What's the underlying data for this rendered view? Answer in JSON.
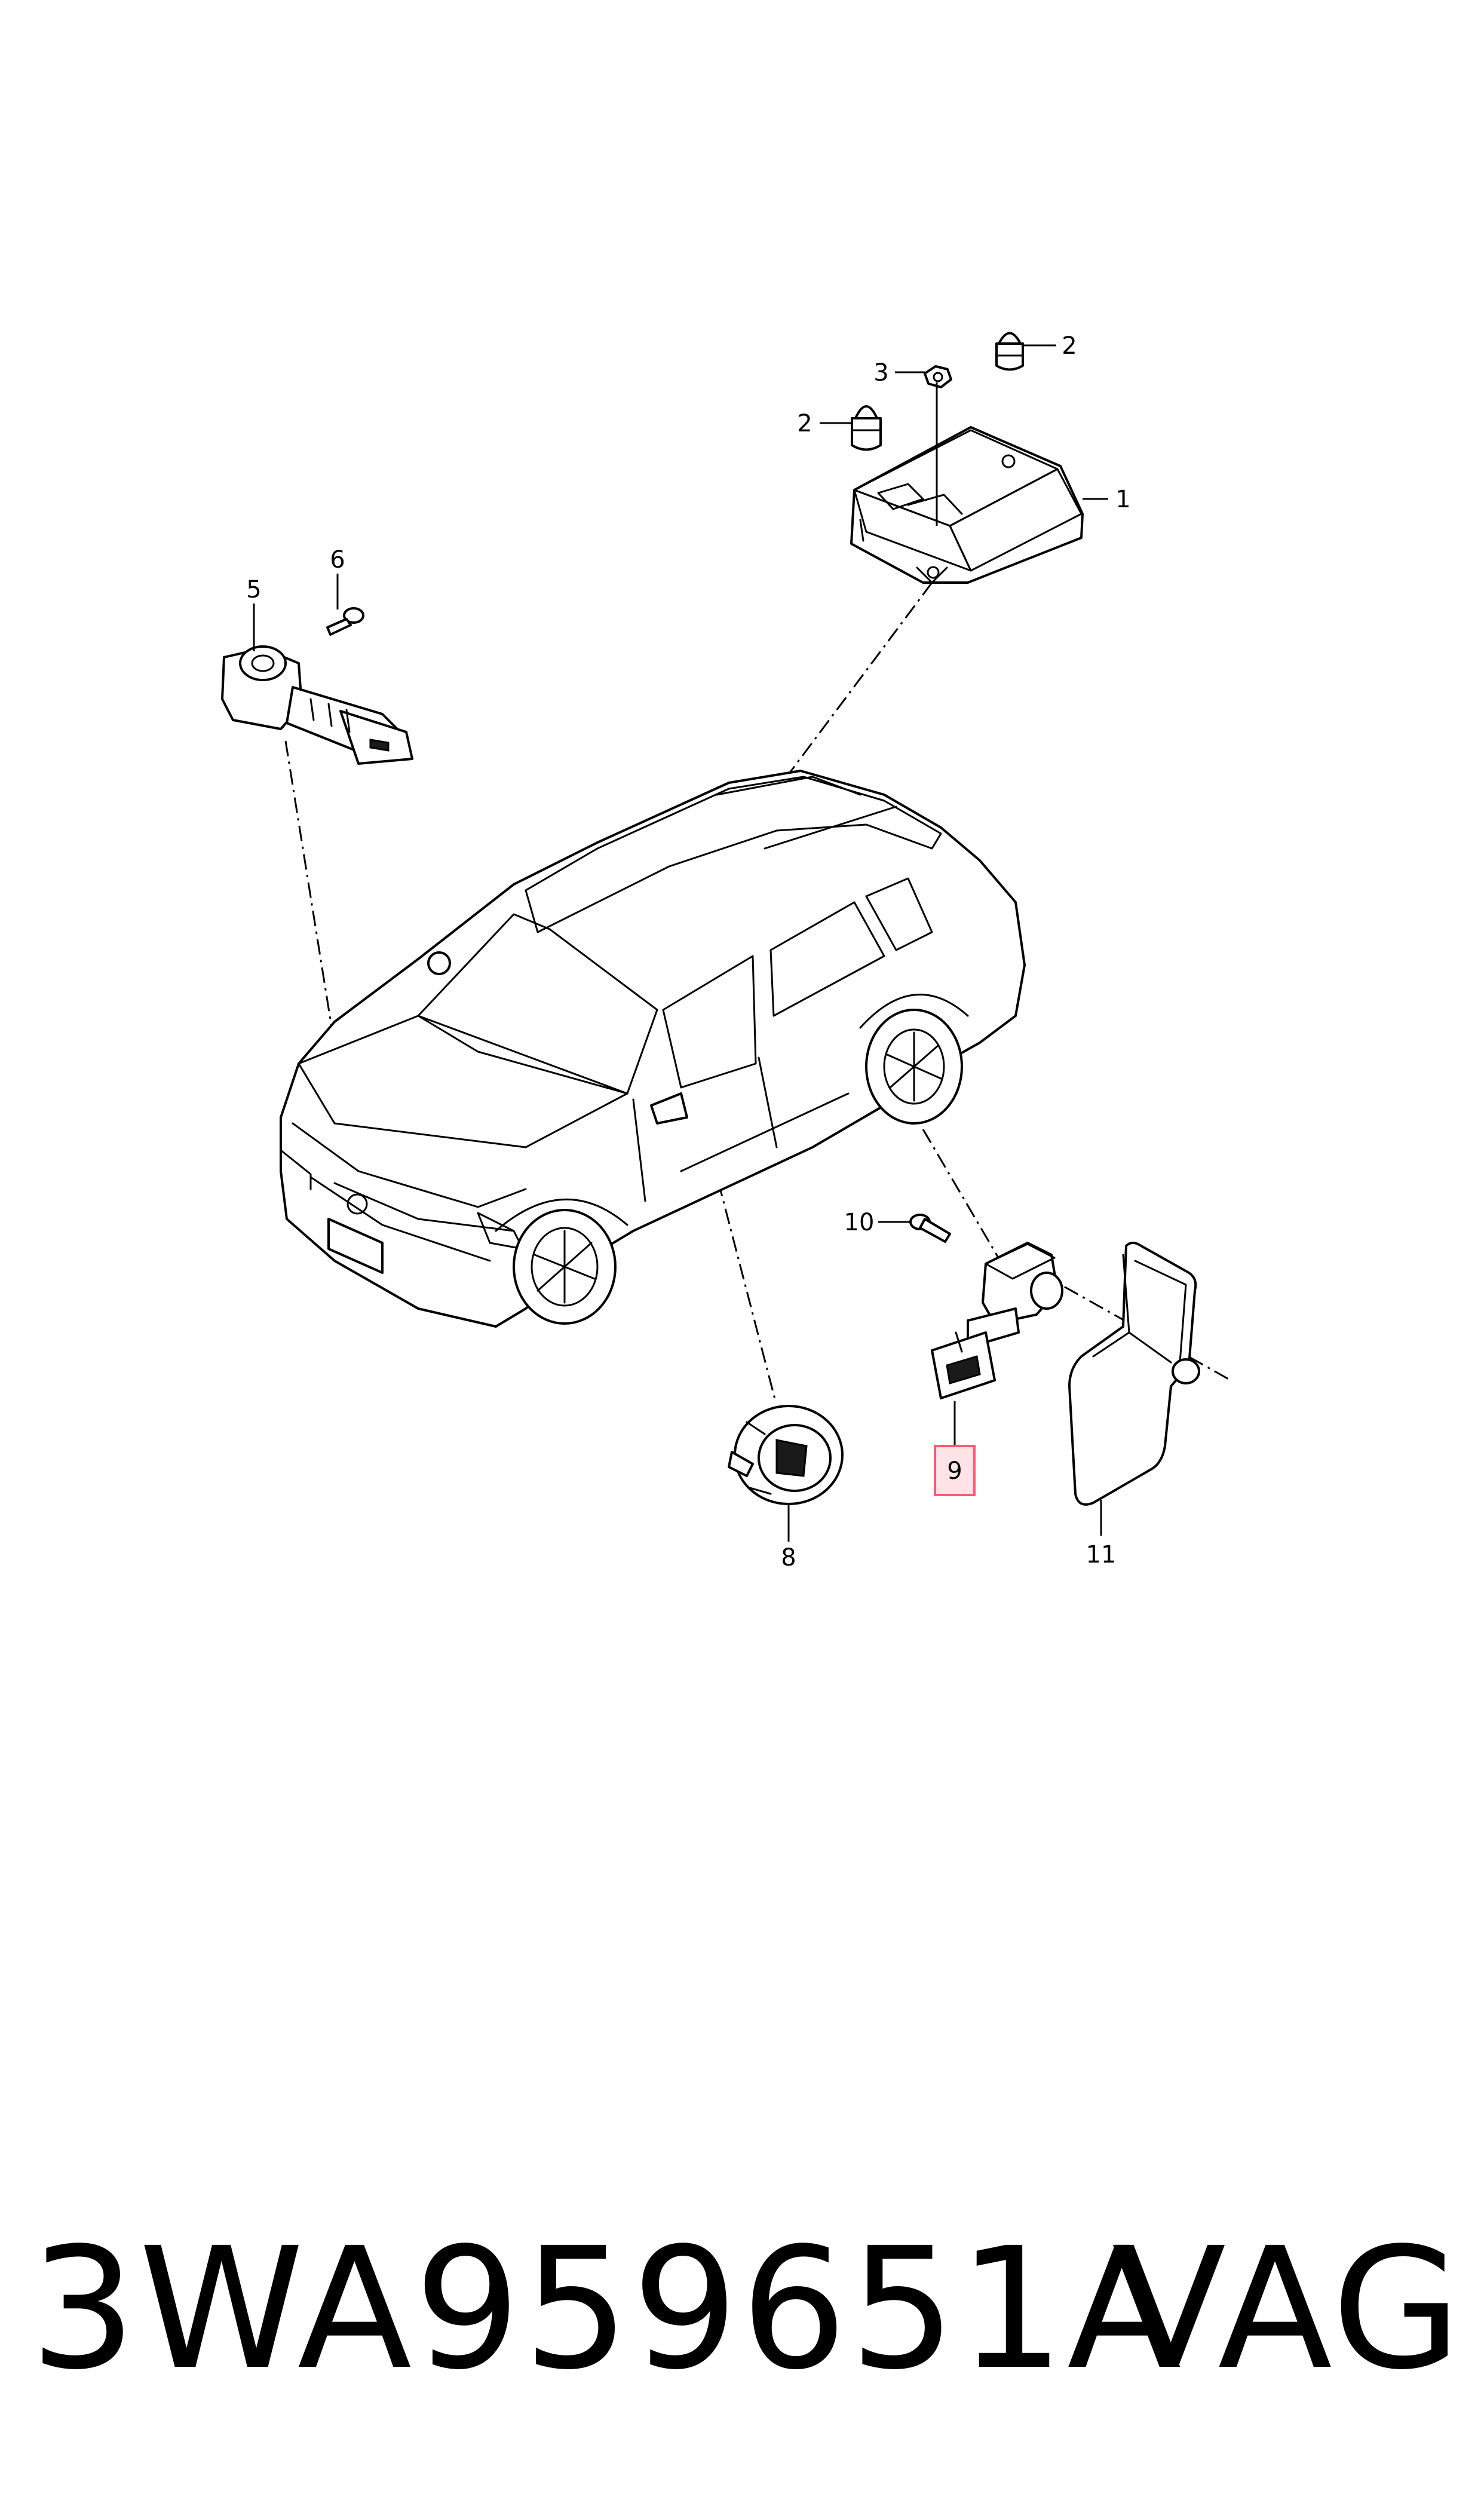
{
  "diagram": {
    "callouts": [
      {
        "id": "1",
        "label": "1"
      },
      {
        "id": "2a",
        "label": "2"
      },
      {
        "id": "2b",
        "label": "2"
      },
      {
        "id": "3",
        "label": "3"
      },
      {
        "id": "5",
        "label": "5"
      },
      {
        "id": "6",
        "label": "6"
      },
      {
        "id": "8",
        "label": "8"
      },
      {
        "id": "9",
        "label": "9",
        "highlighted": true
      },
      {
        "id": "10",
        "label": "10"
      },
      {
        "id": "11",
        "label": "11"
      }
    ],
    "highlight_color": "#ff5a6e",
    "highlight_fill": "#ffe3e6"
  },
  "footer": {
    "part_number": "3WA959651A",
    "brand": "VAG"
  }
}
